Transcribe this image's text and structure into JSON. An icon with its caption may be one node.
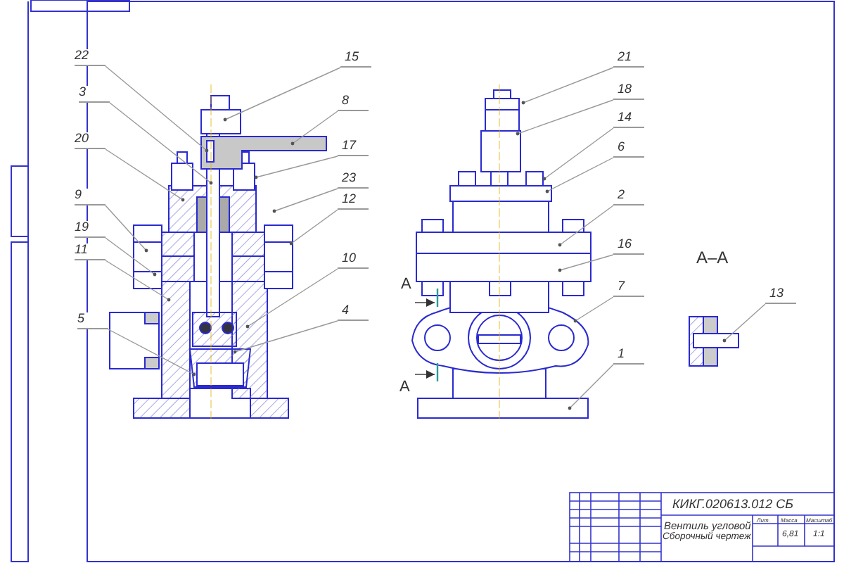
{
  "diagram": {
    "nodes": [
      {
        "text": [
          "22"
        ]
      },
      {
        "text": [
          "15"
        ]
      },
      {
        "text": [
          "21"
        ]
      },
      {
        "text": [
          "3"
        ]
      },
      {
        "text": [
          "8"
        ]
      },
      {
        "text": [
          "18"
        ]
      },
      {
        "text": [
          "14"
        ]
      },
      {
        "text": [
          "20"
        ]
      },
      {
        "text": [
          "6"
        ]
      },
      {
        "text": [
          "17"
        ]
      },
      {
        "text": [
          "23"
        ]
      },
      {
        "text": [
          "12"
        ]
      },
      {
        "text": [
          "9"
        ]
      },
      {
        "text": [
          "2"
        ]
      },
      {
        "text": [
          "19"
        ]
      },
      {
        "text": [
          "16"
        ]
      },
      {
        "text": [
          "11"
        ]
      },
      {
        "text": [
          "10"
        ]
      },
      {
        "text": [
          "7"
        ]
      },
      {
        "text": [
          "13"
        ]
      },
      {
        "text": [
          "4"
        ]
      },
      {
        "text": [
          "5"
        ]
      },
      {
        "text": [
          "1"
        ]
      }
    ],
    "edges": [
      {
        "from": 0,
        "to": null,
        "arrow": "other"
      },
      {
        "from": 1,
        "to": null,
        "arrow": "other"
      },
      {
        "from": 2,
        "to": null,
        "arrow": "other"
      },
      {
        "from": 3,
        "to": null,
        "arrow": "other"
      },
      {
        "from": 4,
        "to": null,
        "arrow": "other"
      },
      {
        "from": 5,
        "to": null,
        "arrow": "other"
      },
      {
        "from": 6,
        "to": null,
        "arrow": "other"
      },
      {
        "from": 7,
        "to": null,
        "arrow": "other"
      },
      {
        "from": 8,
        "to": null,
        "arrow": "other"
      },
      {
        "from": 9,
        "to": null,
        "arrow": "other"
      },
      {
        "from": 10,
        "to": null,
        "arrow": "other"
      },
      {
        "from": 11,
        "to": null,
        "arrow": "other"
      },
      {
        "from": 12,
        "to": null,
        "arrow": "other"
      },
      {
        "from": 13,
        "to": null,
        "arrow": "other"
      },
      {
        "from": 14,
        "to": null,
        "arrow": "other"
      },
      {
        "from": 15,
        "to": null,
        "arrow": "other"
      },
      {
        "from": 16,
        "to": null,
        "arrow": "other"
      },
      {
        "from": 17,
        "to": null,
        "arrow": "other"
      },
      {
        "from": 18,
        "to": null,
        "arrow": "other"
      },
      {
        "from": 19,
        "to": null,
        "arrow": "other"
      },
      {
        "from": 20,
        "to": null,
        "arrow": "other"
      },
      {
        "from": 21,
        "to": null,
        "arrow": "other"
      },
      {
        "from": 22,
        "to": null,
        "arrow": "other"
      }
    ],
    "labels": [
      "А–А",
      "А",
      "А",
      "КИКГ.020613.012 СБ",
      "Лит.",
      "Масса",
      "Масштаб",
      "Вентиль угловой",
      "6,81",
      "1:1",
      "Сборочный чертеж"
    ]
  }
}
